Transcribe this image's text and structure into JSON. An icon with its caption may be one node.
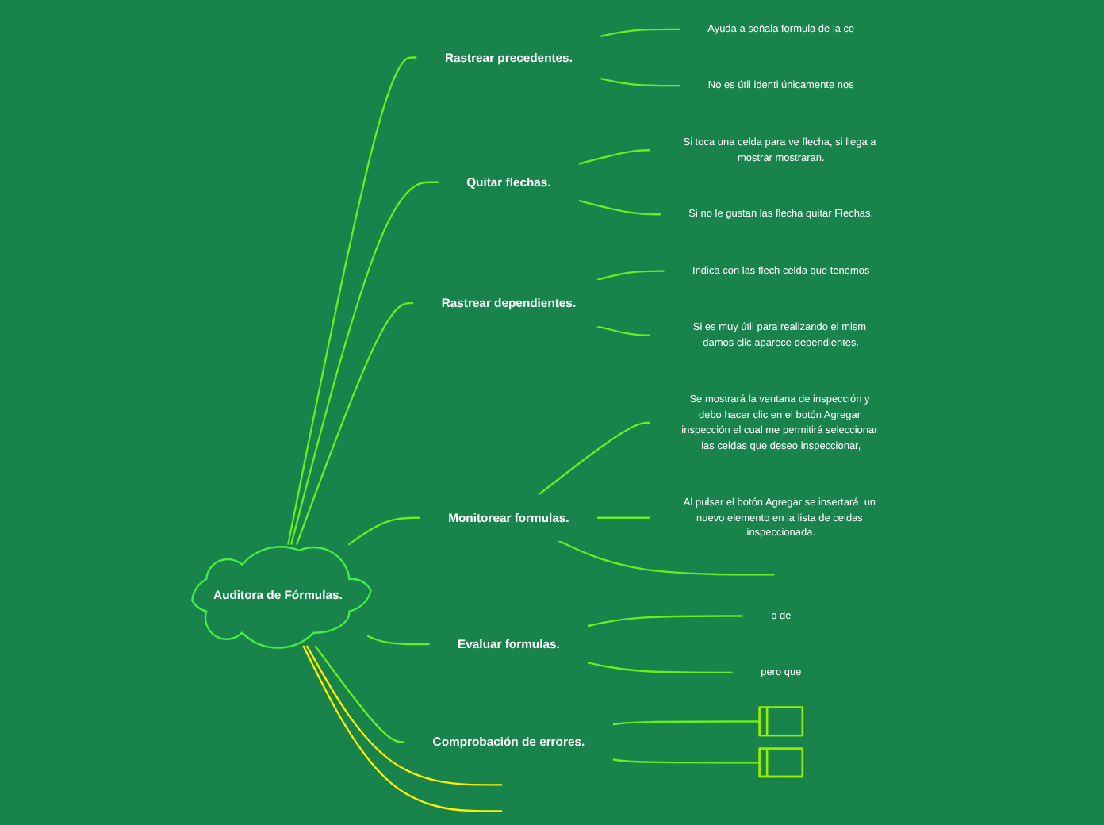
{
  "diagram": {
    "nodes": [
      {
        "text": [
          "Auditora de Fórmulas."
        ]
      },
      {
        "text": [
          "Rastrear precedentes."
        ]
      },
      {
        "text": [
          "Ayuda a señala formula de la ce"
        ]
      },
      {
        "text": [
          "No es útil identi únicamente nos"
        ]
      },
      {
        "text": [
          "Quitar flechas."
        ]
      },
      {
        "text": [
          "Si toca una celda para ve flecha, si llega a mostrar mostraran."
        ]
      },
      {
        "text": [
          "Si no le gustan las flecha quitar Flechas."
        ]
      },
      {
        "text": [
          "Rastrear dependientes."
        ]
      },
      {
        "text": [
          "Indica con las flech celda que tenemos"
        ]
      },
      {
        "text": [
          "Si es muy útil para realizando el mism damos clic aparece dependientes."
        ]
      },
      {
        "text": [
          "Monitorear formulas."
        ]
      },
      {
        "text": [
          "Se mostrará la ventana de inspección y debo hacer clic en el botón Agregar inspección el cual me permitirá seleccionar las celdas que deseo inspeccionar,"
        ]
      },
      {
        "text": [
          "Al pulsar el botón Agregar se insertará  un nuevo elemento en la lista de celdas inspeccionada."
        ]
      },
      {
        "text": [
          "Evaluar formulas."
        ]
      },
      {
        "text": [
          "o de"
        ]
      },
      {
        "text": [
          "pero que"
        ]
      },
      {
        "text": [
          "Comprobación de errores."
        ]
      },
      {
        "text": [],
        "shape": "line"
      },
      {
        "text": [],
        "shape": "line"
      }
    ],
    "edges": [
      {
        "from": 0,
        "to": null,
        "arrow": "none",
        "color": "#ffee00"
      },
      {
        "from": 0,
        "to": null,
        "arrow": "none",
        "color": "#ffee00"
      },
      {
        "from": 0,
        "to": 1,
        "arrow": "none"
      },
      {
        "from": 1,
        "to": 2,
        "arrow": "none"
      },
      {
        "from": 1,
        "to": 3,
        "arrow": "none"
      },
      {
        "from": 0,
        "to": 4,
        "arrow": "none"
      },
      {
        "from": 4,
        "to": 5,
        "arrow": "none"
      },
      {
        "from": 4,
        "to": 6,
        "arrow": "none"
      },
      {
        "from": 0,
        "to": 7,
        "arrow": "none"
      },
      {
        "from": 7,
        "to": 8,
        "arrow": "none"
      },
      {
        "from": 7,
        "to": 9,
        "arrow": "none"
      },
      {
        "from": 0,
        "to": 10,
        "arrow": "none"
      },
      {
        "from": 10,
        "to": 11,
        "arrow": "none"
      },
      {
        "from": 10,
        "to": 12,
        "arrow": "none"
      },
      {
        "from": 10,
        "to": null,
        "arrow": "none"
      },
      {
        "from": 0,
        "to": 13,
        "arrow": "none"
      },
      {
        "from": 13,
        "to": 14,
        "arrow": "none"
      },
      {
        "from": 13,
        "to": 15,
        "arrow": "none"
      },
      {
        "from": 0,
        "to": 16,
        "arrow": "none"
      },
      {
        "from": 16,
        "to": 17,
        "arrow": "none"
      },
      {
        "from": 16,
        "to": 18,
        "arrow": "none"
      }
    ]
  }
}
